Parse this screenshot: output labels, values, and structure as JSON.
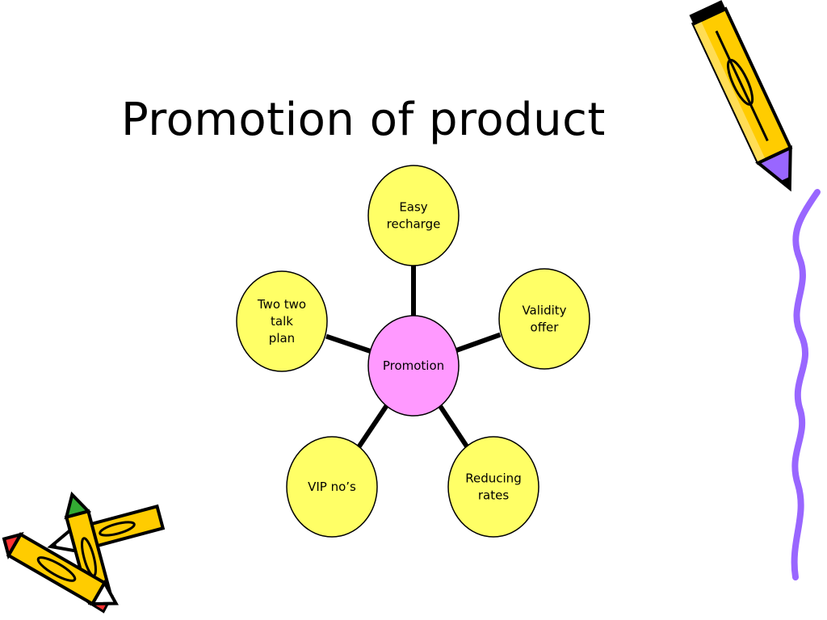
{
  "slide": {
    "title": "Promotion of product"
  },
  "diagram": {
    "center": {
      "id": "promotion",
      "label": "Promotion",
      "color": "#ff99ff"
    },
    "node_color": "#ffff66",
    "outline_color": "#000000",
    "nodes": [
      {
        "id": "easy-recharge",
        "lines": [
          "Easy",
          "recharge"
        ]
      },
      {
        "id": "validity-offer",
        "lines": [
          "Validity",
          "offer"
        ]
      },
      {
        "id": "reducing-rates",
        "lines": [
          "Reducing",
          "rates"
        ]
      },
      {
        "id": "vip-nos",
        "lines": [
          "VIP no’s"
        ]
      },
      {
        "id": "two-two-talk-plan",
        "lines": [
          "Two two",
          "talk",
          "plan"
        ]
      }
    ]
  },
  "decorations": {
    "pencil_body_color": "#ffcc00",
    "pencil_tip_color": "#9966ff",
    "squiggle_color": "#9966ff"
  }
}
